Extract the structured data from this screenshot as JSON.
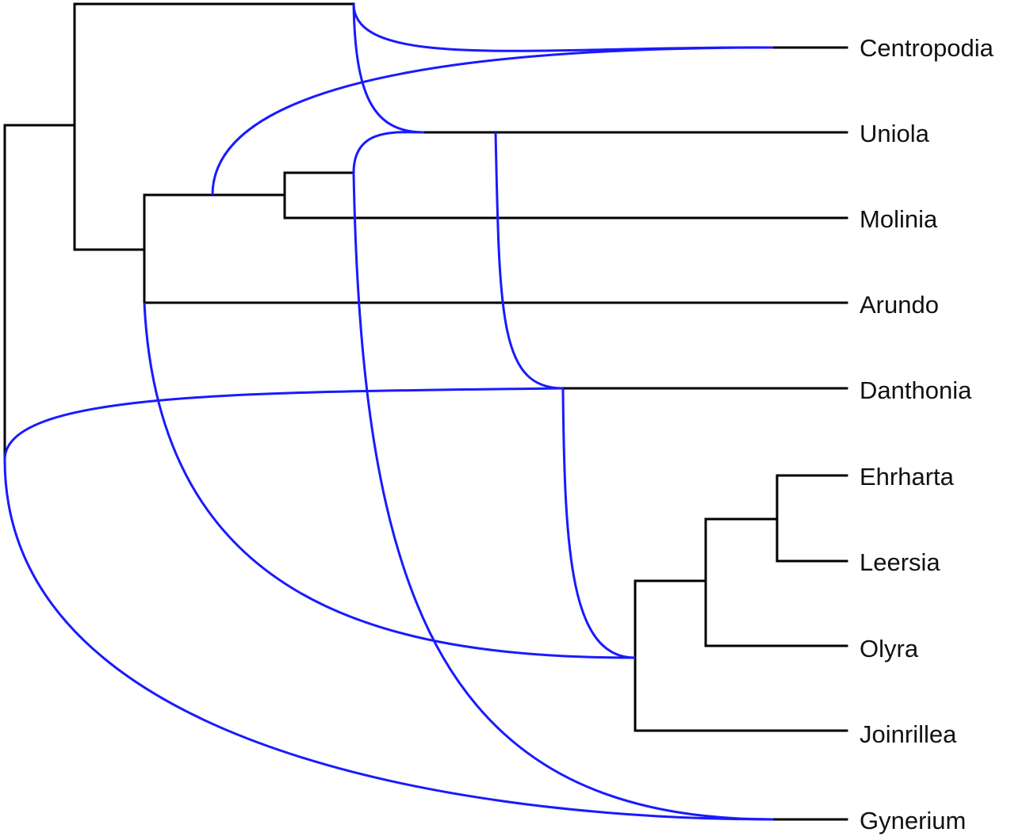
{
  "diagram": {
    "type": "phylogenetic-network",
    "tree_color": "#000000",
    "reticulation_color": "#1a1aff",
    "taxa": [
      "Centropodia",
      "Uniola",
      "Molinia",
      "Arundo",
      "Danthonia",
      "Ehrharta",
      "Leersia",
      "Olyra",
      "Joinrillea",
      "Gynerium"
    ]
  }
}
